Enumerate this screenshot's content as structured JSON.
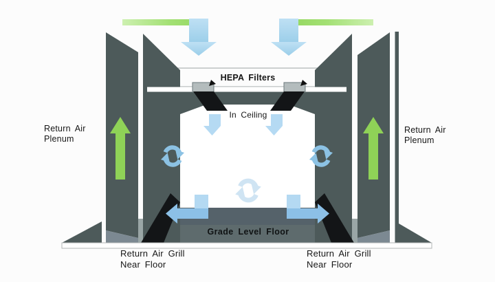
{
  "diagram": {
    "labels": {
      "hepa_filters": "HEPA Filters",
      "in_ceiling": "In Ceiling",
      "grade_level_floor": "Grade Level Floor",
      "plenum_left": {
        "line1": "Return Air",
        "line2": "Plenum"
      },
      "plenum_right": {
        "line1": "Return Air",
        "line2": "Plenum"
      },
      "grill_left": {
        "line1": "Return Air Grill",
        "line2": "Near Floor"
      },
      "grill_right": {
        "line1": "Return Air Grill",
        "line2": "Near Floor"
      }
    },
    "icons": [
      "supply-duct-green-bar-left",
      "supply-duct-green-bar-right",
      "supply-down-arrow-left",
      "supply-down-arrow-right",
      "hepa-filter-box-left",
      "hepa-filter-box-right",
      "ceiling-down-arrow-left",
      "ceiling-down-arrow-right",
      "recirculation-icon-left",
      "recirculation-icon-right",
      "recirculation-icon-center",
      "plenum-up-arrow-left",
      "plenum-up-arrow-right",
      "return-elbow-arrow-left",
      "return-elbow-arrow-right"
    ],
    "colors": {
      "wall": "#4d5a5a",
      "grill_shadow_black": "#131517",
      "floor_upper": "#55626a",
      "floor_lower": "#5e6b6d",
      "floor_under_wall": "#7c8992",
      "gap_floor": "#9aa6a6",
      "supply_green": "#94d75f",
      "supply_green_light": "#cdf0b0",
      "supply_blue": "#a8d4ee",
      "ceiling_arrow_blue": "#b5daf3",
      "return_arrow_blue": "#8cc0e7",
      "return_stub_blue": "#b4d9f2",
      "recirc_blue": "#8cc2e4",
      "recirc_blue_light": "#cfe4f3",
      "filter_gray": "#b4bcbd",
      "baseline_white": "#ffffff"
    }
  }
}
